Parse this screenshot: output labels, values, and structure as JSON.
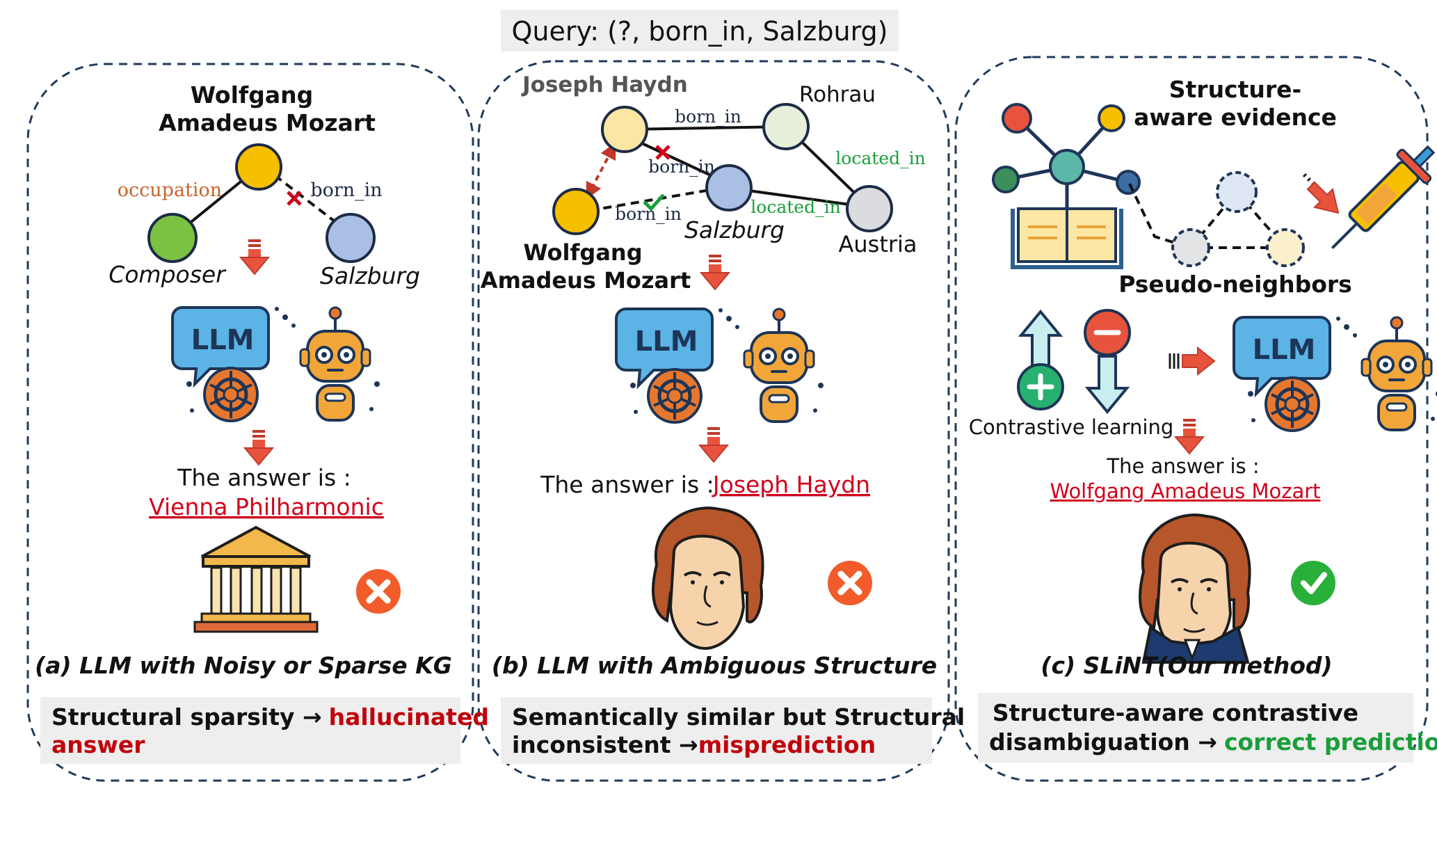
{
  "query": "Query: (?, born_in, Salzburg)",
  "panels": {
    "a": {
      "center_node": "Wolfgang",
      "center_node_line2": "Amadeus Mozart",
      "edge_left": "occupation",
      "edge_right": "born_in",
      "node_left": "Composer",
      "node_right": "Salzburg",
      "llm_label": "LLM",
      "answer_prefix": "The answer is :",
      "answer": "Vienna Philharmonic",
      "caption": "(a) LLM with Noisy or Sparse KG",
      "summary_plain": "Structural sparsity →",
      "summary_highlight_1": "hallucinated",
      "summary_highlight_2": "answer"
    },
    "b": {
      "node_haydn": "Joseph Haydn",
      "node_rohrau": "Rohrau",
      "edge_born_in_top": "born_in",
      "edge_born_in_cross": "born_in",
      "edge_located_in_1": "located_in",
      "edge_located_in_2": "located_in",
      "edge_born_in_bottom": "born_in",
      "node_mozart_1": "Wolfgang",
      "node_mozart_2": "Amadeus Mozart",
      "node_salzburg": "Salzburg",
      "node_austria": "Austria",
      "llm_label": "LLM",
      "answer_prefix": "The answer is :",
      "answer": "Joseph Haydn",
      "caption": "(b) LLM with Ambiguous Structure",
      "summary_line1": "Semantically similar but Structural",
      "summary_line2_plain": "inconsistent →",
      "summary_line2_highlight": "misprediction"
    },
    "c": {
      "evidence_1": "Structure-",
      "evidence_2": "aware evidence",
      "pseudo_neighbors": "Pseudo-neighbors",
      "contrastive": "Contrastive learning",
      "llm_label": "LLM",
      "answer_prefix": "The answer is :",
      "answer": "Wolfgang Amadeus Mozart",
      "caption": "(c) SLiNT(Our method)",
      "summary_line1": "Structure-aware contrastive",
      "summary_line2_plain": "disambiguation →",
      "summary_line2_highlight": "correct prediction"
    }
  },
  "colors": {
    "red": "#d0021b",
    "green": "#1a9e3a",
    "dash": "#1f3a5a",
    "grey_box": "#eeeeee",
    "node_yellow": "#f6c000",
    "node_green": "#7cc242",
    "node_blue": "#a9bfe3",
    "llm_blue": "#5bb3e6",
    "robot_orange": "#f2a63a"
  },
  "icons": [
    "down-arrow-icon",
    "llm-bubble-icon",
    "robot-icon",
    "openai-logo-icon",
    "temple-icon",
    "cross-icon",
    "check-icon",
    "face-icon",
    "book-icon",
    "syringe-icon",
    "plus-icon",
    "minus-icon"
  ]
}
